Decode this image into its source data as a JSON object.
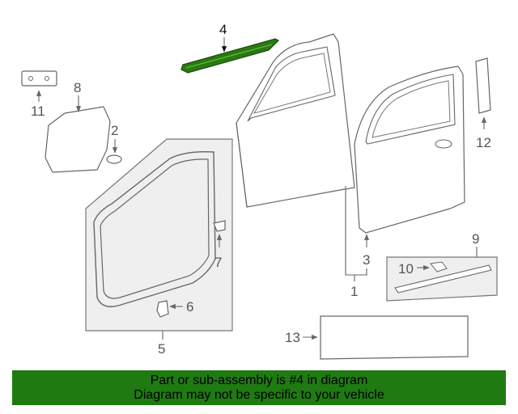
{
  "callouts": {
    "c1": "1",
    "c2": "2",
    "c3": "3",
    "c4": "4",
    "c5": "5",
    "c6": "6",
    "c7": "7",
    "c8": "8",
    "c9": "9",
    "c10": "10",
    "c11": "11",
    "c12": "12",
    "c13": "13"
  },
  "highlight": {
    "part": "4",
    "color": "#2a7a12"
  },
  "banner": {
    "line1": "Part or sub-assembly is #4 in diagram",
    "line2": "Diagram may not be specific to your vehicle",
    "background": "#1f7a12"
  }
}
